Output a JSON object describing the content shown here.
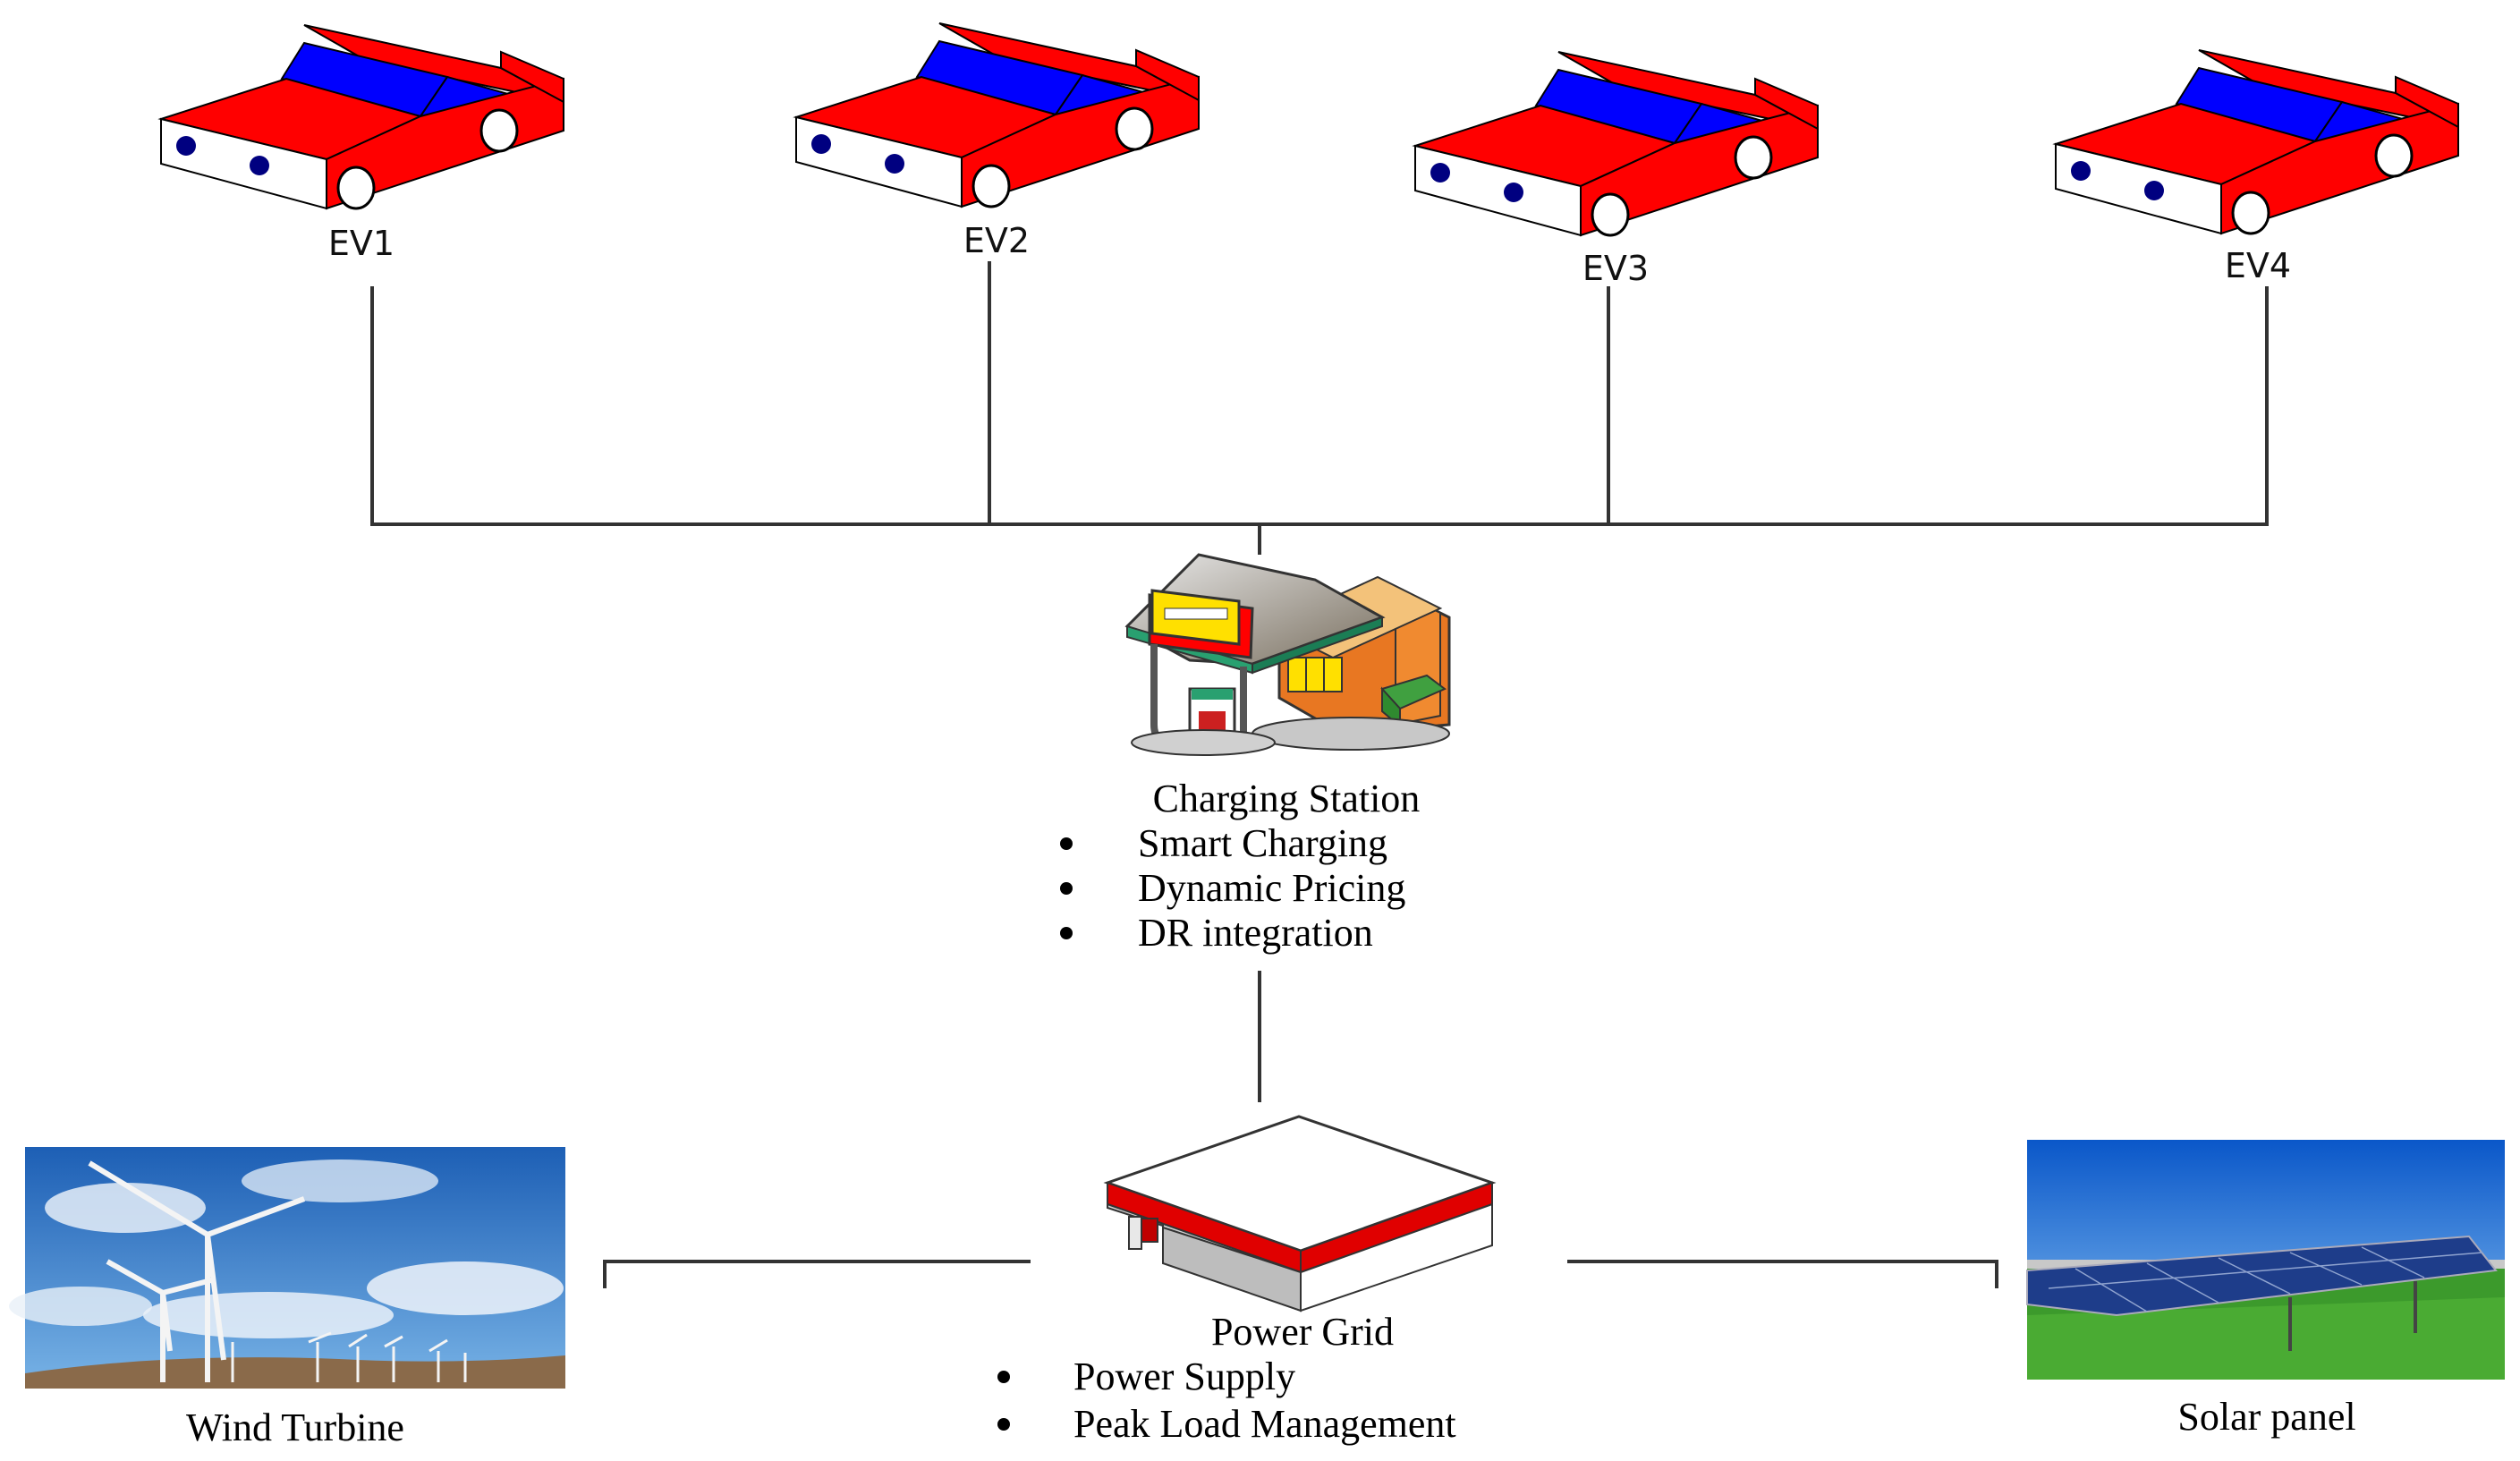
{
  "vehicles": [
    {
      "label": "EV1"
    },
    {
      "label": "EV2"
    },
    {
      "label": "EV3"
    },
    {
      "label": "EV4"
    }
  ],
  "charging_station": {
    "title": "Charging Station",
    "features": [
      "Smart Charging",
      "Dynamic Pricing",
      "DR integration"
    ]
  },
  "power_grid": {
    "title": "Power Grid",
    "features": [
      "Power Supply",
      "Peak Load Management"
    ]
  },
  "wind": {
    "label": "Wind Turbine"
  },
  "solar": {
    "label": "Solar panel"
  },
  "colors": {
    "car_body": "#ff0000",
    "car_glass": "#0000ff",
    "headlight": "#000080",
    "connector": "#333333",
    "sky": "#2a73c8",
    "grass": "#3c9a2c"
  },
  "icons": [
    "car-icon",
    "charging-station-icon",
    "power-grid-icon",
    "wind-turbine-photo",
    "solar-panel-photo"
  ]
}
